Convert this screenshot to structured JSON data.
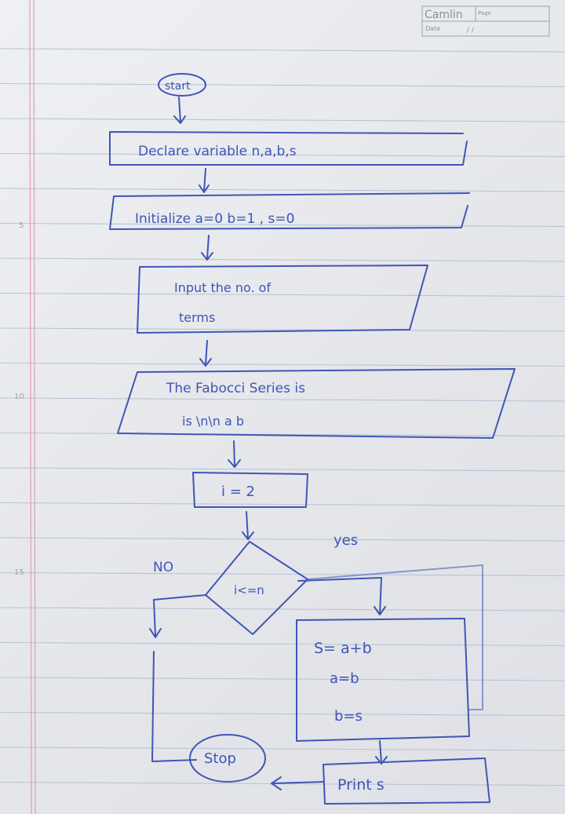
{
  "header": {
    "brand": "Camlin",
    "page_label": "Page",
    "date_label": "Date",
    "date_value": "/          /"
  },
  "margin_numbers": [
    "5",
    "10",
    "15"
  ],
  "flowchart": {
    "start": "start",
    "declare": "Declare   variable  n,a,b,s",
    "initialize": "Initialize   a=0 b=1 , s=0",
    "input_line1": "Input   the no. of",
    "input_line2": "terms",
    "output_line1": "The  Fabocci  Series    is",
    "output_line2": "is       \\n\\n  a b",
    "assign": "i = 2",
    "condition": "i<=n",
    "yes": "yes",
    "no": "NO",
    "process_line1": "S= a+b",
    "process_line2": "a=b",
    "process_line3": "b=s",
    "print": "Print  s",
    "stop": "Stop"
  },
  "colors": {
    "ink": "#3f56b6",
    "rules": "#b9c3d6",
    "margin": "#e3a4b0",
    "paper": "#e9ebef"
  }
}
